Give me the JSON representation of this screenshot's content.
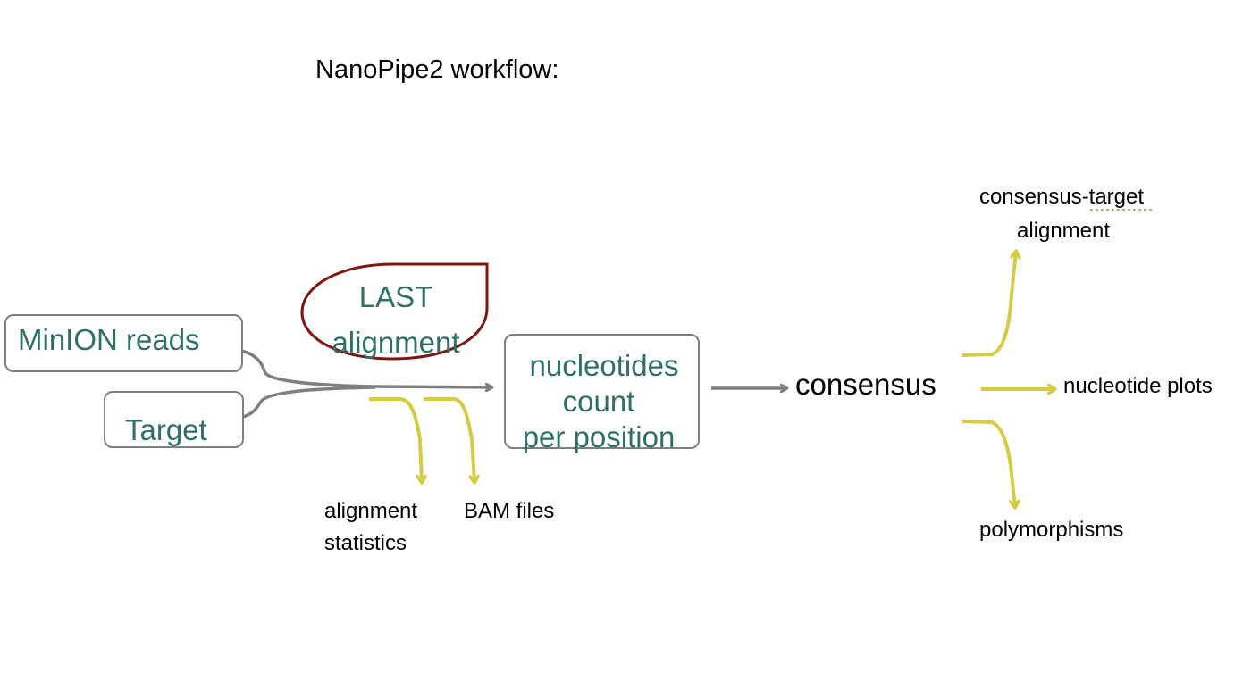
{
  "title": "NanoPipe2 workflow:",
  "inputs": {
    "reads": "MinION reads",
    "target": "Target"
  },
  "aligner": {
    "line1": "LAST",
    "line2": "alignment"
  },
  "counter": {
    "line1": "nucleotides",
    "line2": "count",
    "line3": "per position"
  },
  "consensus": "consensus",
  "outputs": {
    "alignment_statistics_line1": "alignment",
    "alignment_statistics_line2": "statistics",
    "bam_files": "BAM files",
    "consensus_target_line1": "consensus-target",
    "consensus_target_line2": "alignment",
    "nucleotide_plots": "nucleotide plots",
    "polymorphisms": "polymorphisms"
  },
  "colors": {
    "teal_text": "#2f6f64",
    "gray_arrow": "#7f7f7f",
    "yellow_arrow": "#d4cc45",
    "dark_red_shape": "#7a1812"
  },
  "chart_data": {
    "type": "diagram",
    "nodes": [
      "MinION reads",
      "Target",
      "LAST alignment",
      "nucleotides count per position",
      "consensus",
      "alignment statistics",
      "BAM files",
      "consensus-target alignment",
      "nucleotide plots",
      "polymorphisms"
    ],
    "edges": [
      [
        "MinION reads",
        "nucleotides count per position"
      ],
      [
        "Target",
        "nucleotides count per position"
      ],
      [
        "nucleotides count per position",
        "consensus"
      ],
      [
        "LAST alignment",
        "alignment statistics"
      ],
      [
        "LAST alignment",
        "BAM files"
      ],
      [
        "consensus",
        "consensus-target alignment"
      ],
      [
        "consensus",
        "nucleotide plots"
      ],
      [
        "consensus",
        "polymorphisms"
      ]
    ]
  }
}
